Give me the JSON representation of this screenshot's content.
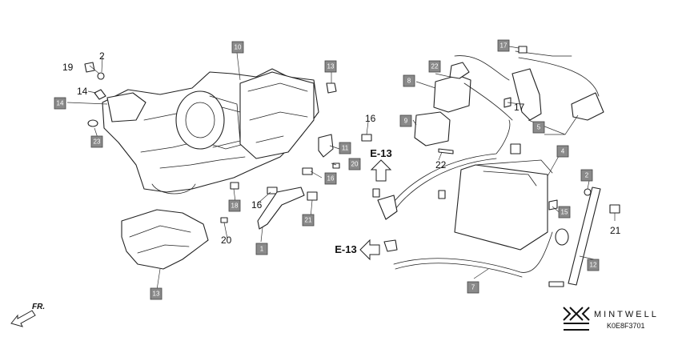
{
  "callouts": {
    "c1": "1",
    "c2a": "2",
    "c2b": "2",
    "c4": "4",
    "c5": "5",
    "c7": "7",
    "c8": "8",
    "c9": "9",
    "c10": "10",
    "c11": "11",
    "c12": "12",
    "c13a": "13",
    "c13b": "13",
    "c14a": "14",
    "c14b": "14",
    "c15": "15",
    "c16a": "16",
    "c16b": "16",
    "c16c": "16",
    "c17a": "17",
    "c17b": "17",
    "c18": "18",
    "c19": "19",
    "c20a": "20",
    "c20b": "20",
    "c21a": "21",
    "c21b": "21",
    "c22a": "22",
    "c22b": "22",
    "c23": "23"
  },
  "references": {
    "upper": "E-13",
    "lower": "E-13"
  },
  "direction_label": "FR.",
  "brand": {
    "name": "MINTWELL",
    "diagram_code": "K0E8F3701"
  }
}
